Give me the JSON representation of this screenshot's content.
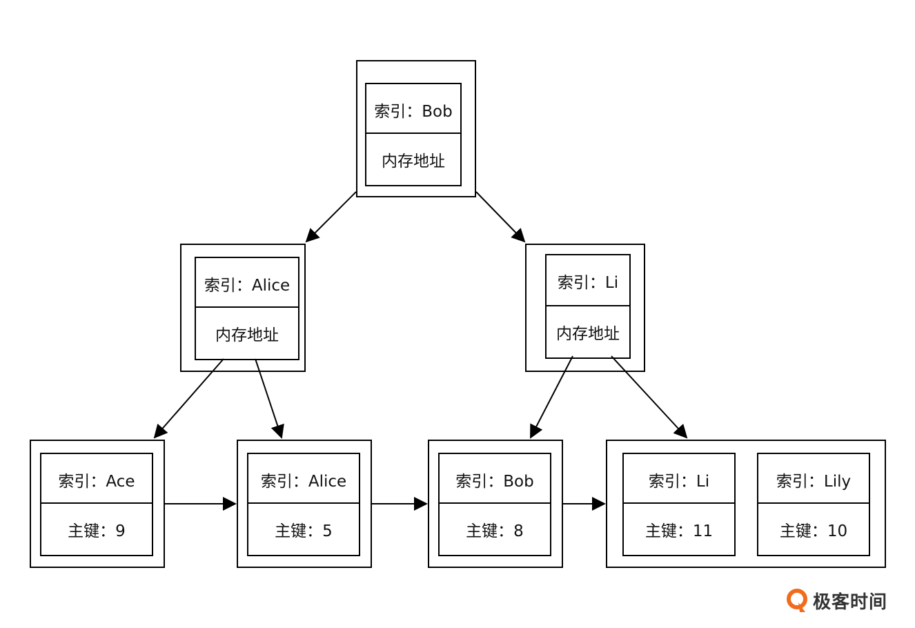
{
  "nodes": {
    "root": {
      "index": "索引：Bob",
      "value": "内存地址"
    },
    "left": {
      "index": "索引：Alice",
      "value": "内存地址"
    },
    "right": {
      "index": "索引：Li",
      "value": "内存地址"
    },
    "leaf1": {
      "index": "索引：Ace",
      "value": "主键：9"
    },
    "leaf2": {
      "index": "索引：Alice",
      "value": "主键：5"
    },
    "leaf3": {
      "index": "索引：Bob",
      "value": "主键：8"
    },
    "leaf4a": {
      "index": "索引：Li",
      "value": "主键：11"
    },
    "leaf4b": {
      "index": "索引：Lily",
      "value": "主键：10"
    }
  },
  "logo": {
    "text": "极客时间",
    "icon": "geektime-logo-icon",
    "color": "#f26b1d"
  },
  "colors": {
    "stroke": "#000000",
    "background": "#ffffff"
  }
}
